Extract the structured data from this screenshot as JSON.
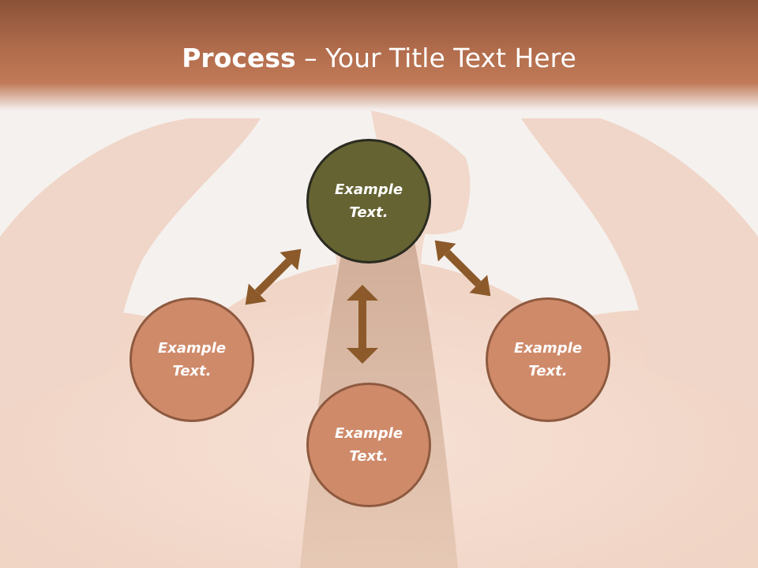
{
  "slide": {
    "title_bold": "Process",
    "title_rest": "– Your Title Text Here"
  },
  "nodes": {
    "center": {
      "line1": "Example",
      "line2": "Text."
    },
    "left": {
      "line1": "Example",
      "line2": "Text."
    },
    "bottom": {
      "line1": "Example",
      "line2": "Text."
    },
    "right": {
      "line1": "Example",
      "line2": "Text."
    }
  },
  "colors": {
    "title_band": "#b16c4c",
    "center_fill": "#656332",
    "outer_fill": "#cf8a6a",
    "arrow": "#8c5a2a"
  }
}
